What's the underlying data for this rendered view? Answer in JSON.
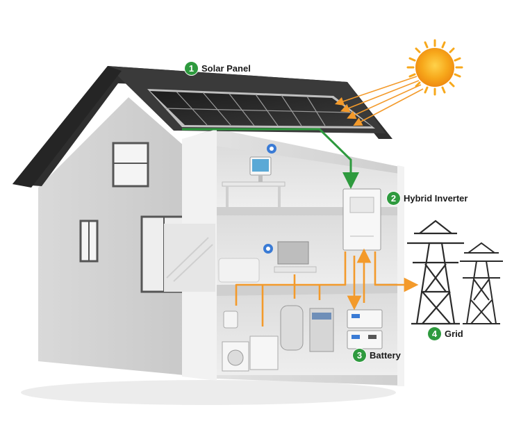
{
  "labels": {
    "solar_panel": {
      "num": "1",
      "text": "Solar Panel"
    },
    "hybrid_inverter": {
      "num": "2",
      "text": "Hybrid Inverter"
    },
    "battery": {
      "num": "3",
      "text": "Battery"
    },
    "grid": {
      "num": "4",
      "text": "Grid"
    }
  },
  "colors": {
    "energy_flow": "#f39a2b",
    "solar_flow": "#2e9a3e",
    "badge": "#2e9a3e",
    "sun": "#f7a81b",
    "roof": "#2f2f2f"
  }
}
